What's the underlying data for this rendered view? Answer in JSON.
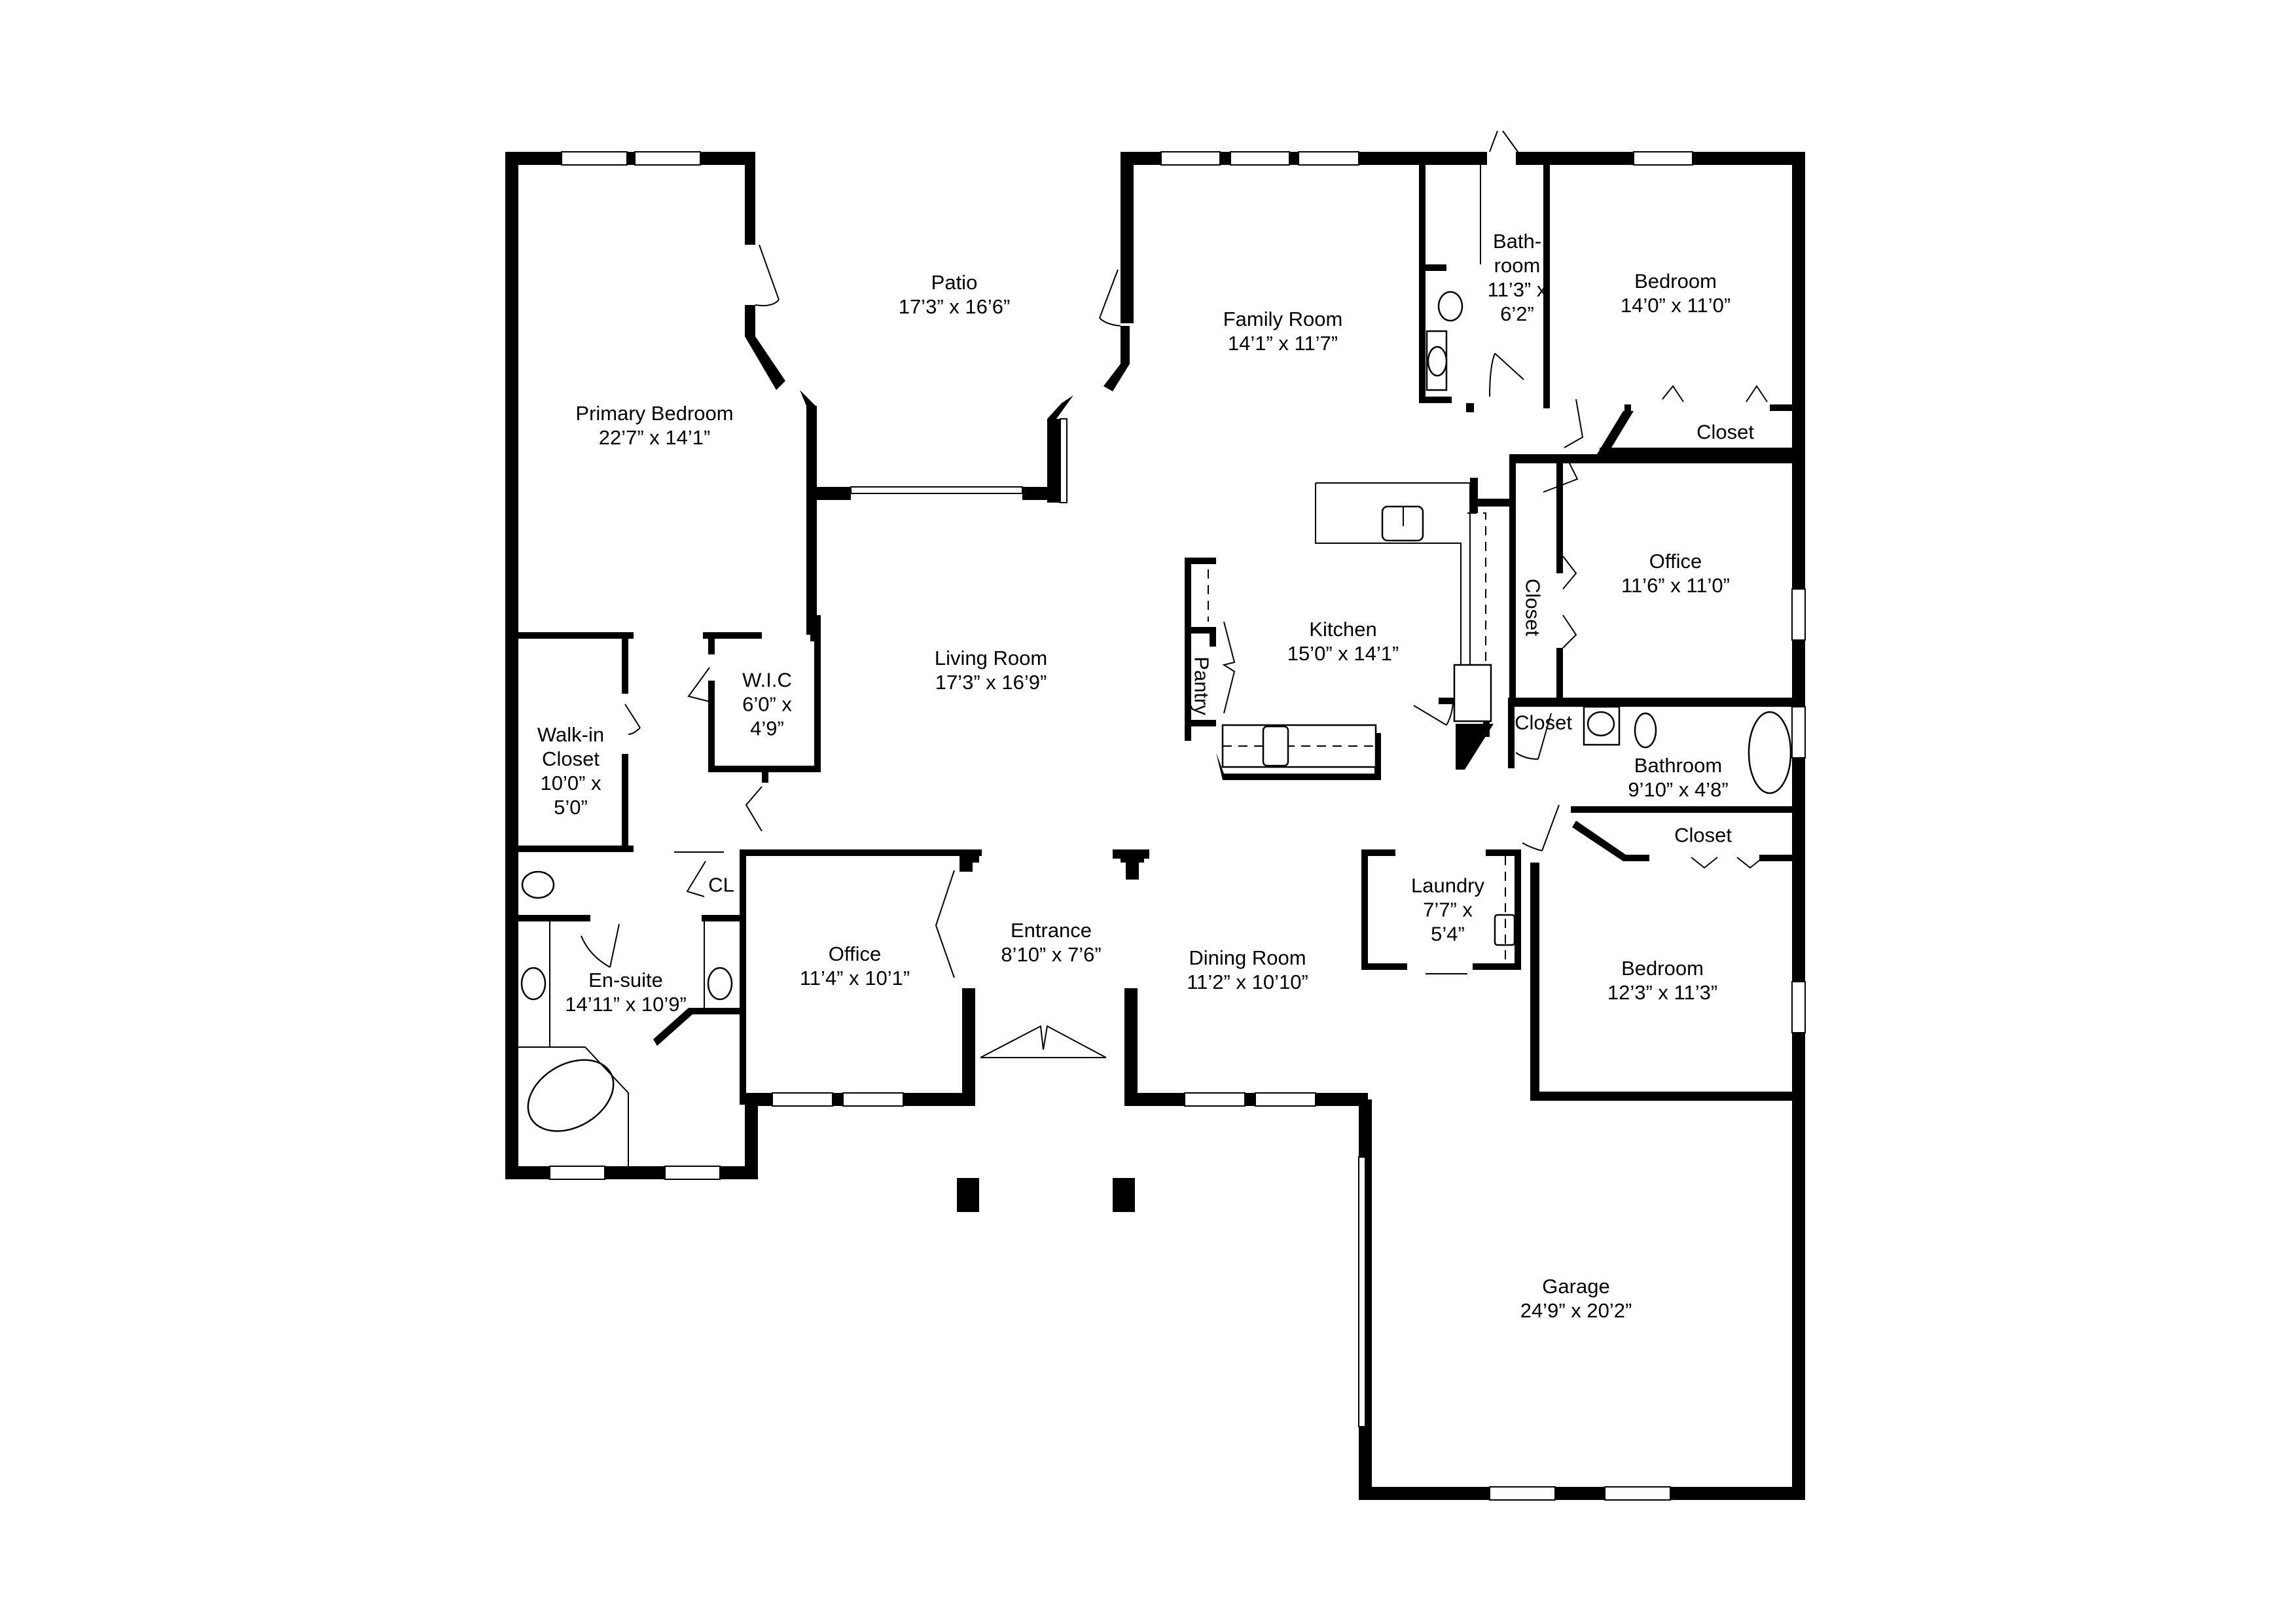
{
  "floorplan": {
    "colors": {
      "wall": "#000000",
      "background": "#ffffff",
      "line": "#000000"
    },
    "rooms": [
      {
        "id": "primary-bedroom",
        "name": "Primary Bedroom",
        "dims": "22’7” x 14’1”"
      },
      {
        "id": "patio",
        "name": "Patio",
        "dims": "17’3” x 16’6”"
      },
      {
        "id": "family-room",
        "name": "Family Room",
        "dims": "14’1” x 11’7”"
      },
      {
        "id": "bathroom-1",
        "name": "Bath-",
        "name2": "room",
        "dims": "11’3” x",
        "dims2": "6’2”"
      },
      {
        "id": "bedroom-1",
        "name": "Bedroom",
        "dims": "14’0” x 11’0”"
      },
      {
        "id": "closet-bedroom-1",
        "name": "Closet"
      },
      {
        "id": "office-east",
        "name": "Office",
        "dims": "11’6” x 11’0”"
      },
      {
        "id": "closet-office-east",
        "name": "Closet"
      },
      {
        "id": "kitchen",
        "name": "Kitchen",
        "dims": "15’0” x 14’1”"
      },
      {
        "id": "pantry",
        "name": "Pantry"
      },
      {
        "id": "living-room",
        "name": "Living Room",
        "dims": "17’3” x 16’9”"
      },
      {
        "id": "wic",
        "name": "W.I.C",
        "dims": "6’0” x",
        "dims2": "4’9”"
      },
      {
        "id": "walk-in-closet",
        "name": "Walk-in",
        "name2": "Closet",
        "dims": "10’0” x",
        "dims2": "5’0”"
      },
      {
        "id": "closet-hall",
        "name": "Closet"
      },
      {
        "id": "bathroom-2",
        "name": "Bathroom",
        "dims": "9’10” x 4’8”"
      },
      {
        "id": "closet-bedroom-2",
        "name": "Closet"
      },
      {
        "id": "cl",
        "name": "CL"
      },
      {
        "id": "en-suite",
        "name": "En-suite",
        "dims": "14’11” x 10’9”"
      },
      {
        "id": "office-west",
        "name": "Office",
        "dims": "11’4” x 10’1”"
      },
      {
        "id": "entrance",
        "name": "Entrance",
        "dims": "8’10” x 7’6”"
      },
      {
        "id": "dining-room",
        "name": "Dining Room",
        "dims": "11’2” x 10’10”"
      },
      {
        "id": "laundry",
        "name": "Laundry",
        "dims": "7’7” x",
        "dims2": "5’4”"
      },
      {
        "id": "bedroom-2",
        "name": "Bedroom",
        "dims": "12’3” x 11’3”"
      },
      {
        "id": "garage",
        "name": "Garage",
        "dims": "24’9” x 20’2”"
      }
    ]
  }
}
